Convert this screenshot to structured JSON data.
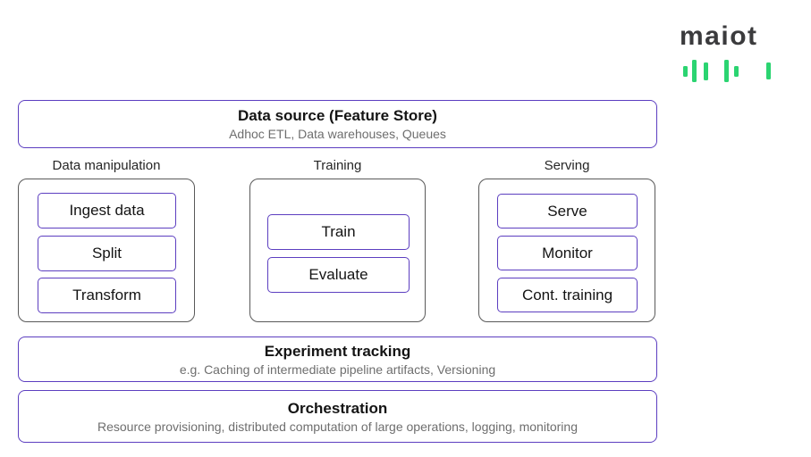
{
  "colors": {
    "accent_purple": "#5C3EC0",
    "container_border": "#595959",
    "waveform_green": "#2BD471",
    "logo_text": "#3B3B3D",
    "title_text": "#141414",
    "subtitle_text": "#6E6E6E"
  },
  "logo": {
    "text": "maiot"
  },
  "top_box": {
    "title": "Data source (Feature Store)",
    "subtitle": "Adhoc ETL, Data warehouses, Queues"
  },
  "columns": [
    {
      "header": "Data manipulation",
      "items": [
        "Ingest data",
        "Split",
        "Transform"
      ]
    },
    {
      "header": "Training",
      "items": [
        "Train",
        "Evaluate"
      ]
    },
    {
      "header": "Serving",
      "items": [
        "Serve",
        "Monitor",
        "Cont. training"
      ]
    }
  ],
  "experiment_box": {
    "title": "Experiment tracking",
    "subtitle": "e.g. Caching of intermediate pipeline artifacts, Versioning"
  },
  "orchestration_box": {
    "title": "Orchestration",
    "subtitle": "Resource provisioning, distributed computation of large operations, logging, monitoring"
  }
}
